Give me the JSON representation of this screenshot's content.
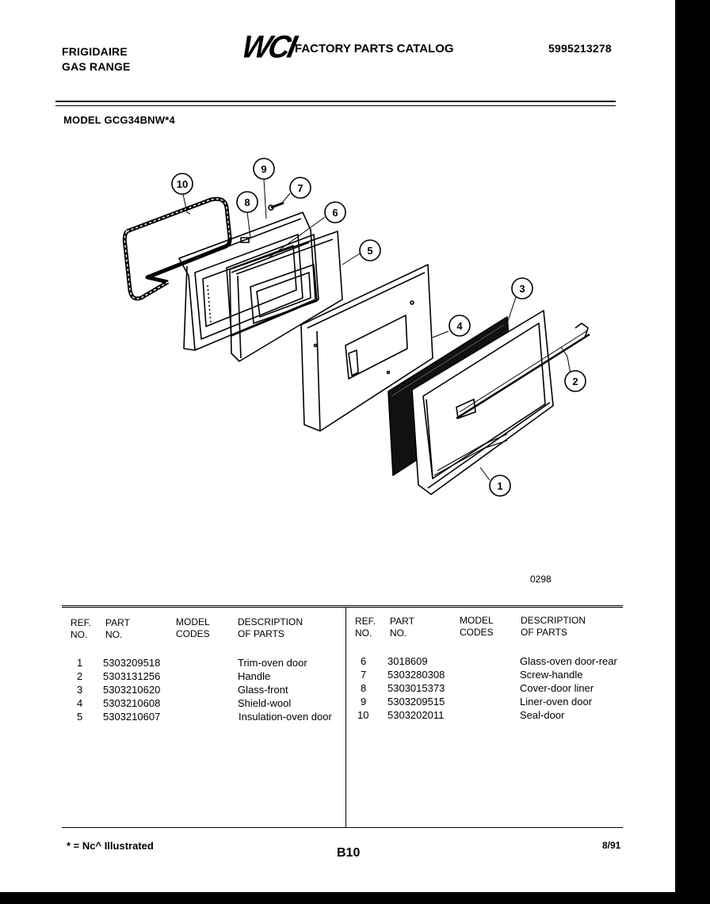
{
  "header": {
    "brand_line1": "FRIGIDAIRE",
    "brand_line2": "GAS RANGE",
    "logo_text": "WCI",
    "catalog_title": "FACTORY PARTS CATALOG",
    "catalog_number": "5995213278",
    "model_label": "MODEL GCG34BNW*4"
  },
  "diagram": {
    "callouts": [
      "10",
      "9",
      "8",
      "7",
      "6",
      "5",
      "4",
      "3",
      "2",
      "1"
    ],
    "figure_code": "0298"
  },
  "table": {
    "headers": {
      "ref": [
        "REF.",
        "NO."
      ],
      "part": [
        "PART",
        "NO."
      ],
      "model": [
        "MODEL",
        "CODES"
      ],
      "desc": [
        "DESCRIPTION",
        "OF PARTS"
      ]
    },
    "left_rows": [
      {
        "ref": "1",
        "part": "5303209518",
        "desc": "Trim-oven door"
      },
      {
        "ref": "2",
        "part": "5303131256",
        "desc": "Handle"
      },
      {
        "ref": "3",
        "part": "5303210620",
        "desc": "Glass-front"
      },
      {
        "ref": "4",
        "part": "5303210608",
        "desc": "Shield-wool"
      },
      {
        "ref": "5",
        "part": "5303210607",
        "desc": "Insulation-oven door"
      }
    ],
    "right_rows": [
      {
        "ref": "6",
        "part": "3018609",
        "desc": "Glass-oven door-rear"
      },
      {
        "ref": "7",
        "part": "5303280308",
        "desc": "Screw-handle"
      },
      {
        "ref": "8",
        "part": "5303015373",
        "desc": "Cover-door liner"
      },
      {
        "ref": "9",
        "part": "5303209515",
        "desc": "Liner-oven door"
      },
      {
        "ref": "10",
        "part": "5303202011",
        "desc": "Seal-door"
      }
    ]
  },
  "footer": {
    "note": "* = Nc^ Illustrated",
    "page_code": "B10",
    "date": "8/91"
  }
}
